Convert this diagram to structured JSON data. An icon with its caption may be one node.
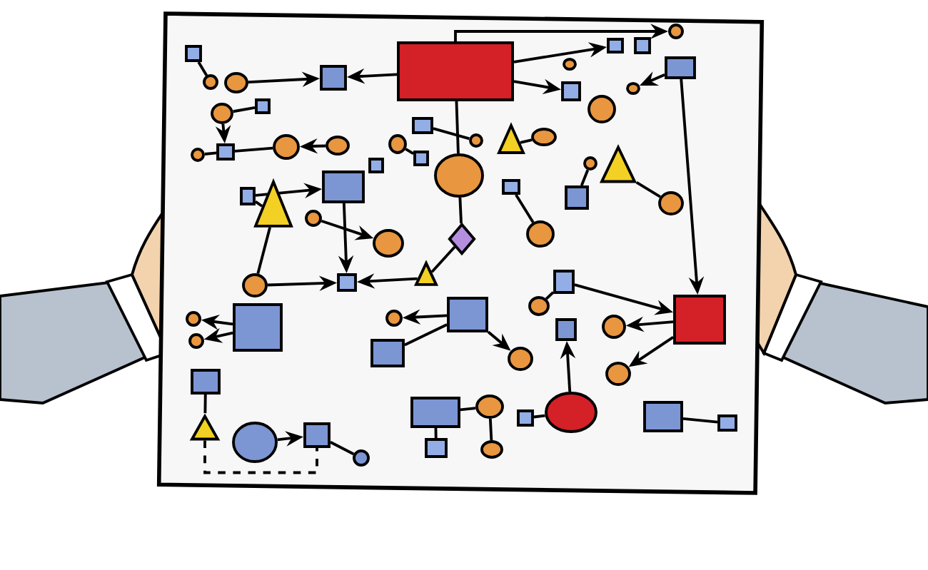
{
  "diagram": {
    "nodes": [
      {
        "text": [],
        "shape": "box"
      },
      {
        "text": [],
        "shape": "box",
        "in": 0
      },
      {
        "text": [],
        "shape": "box",
        "in": 0
      },
      {
        "text": [],
        "shape": "box",
        "in": 0
      },
      {
        "text": [],
        "shape": "circle",
        "in": 0
      },
      {
        "text": [],
        "shape": "circle",
        "in": 0
      },
      {
        "text": [],
        "shape": "box",
        "in": 0
      },
      {
        "text": [],
        "shape": "circle",
        "in": 0
      },
      {
        "text": [],
        "shape": "box",
        "in": 0
      },
      {
        "text": [],
        "shape": "circle",
        "in": 0
      },
      {
        "text": [],
        "shape": "circle",
        "in": 0
      },
      {
        "text": [],
        "shape": "circle",
        "in": 0
      },
      {
        "text": [],
        "shape": "box",
        "in": 0
      },
      {
        "text": [],
        "shape": "box",
        "in": 0
      },
      {
        "text": [],
        "shape": "triangle",
        "in": 0
      },
      {
        "text": [],
        "shape": "circle",
        "in": 0
      },
      {
        "text": [],
        "shape": "circle",
        "in": 0
      },
      {
        "text": [],
        "shape": "diamond",
        "in": 0
      },
      {
        "text": [],
        "shape": "circle",
        "in": 0
      },
      {
        "text": [],
        "shape": "triangle",
        "in": 0
      },
      {
        "text": [],
        "shape": "circle",
        "in": 0
      },
      {
        "text": [],
        "shape": "box",
        "in": 0
      },
      {
        "text": [],
        "shape": "circle",
        "in": 0
      },
      {
        "text": [],
        "shape": "circle",
        "in": 0
      },
      {
        "text": [],
        "shape": "box",
        "in": 0
      },
      {
        "text": [],
        "shape": "box",
        "in": 0
      },
      {
        "text": [],
        "shape": "box",
        "in": 0
      },
      {
        "text": [],
        "shape": "box",
        "in": 0
      },
      {
        "text": [],
        "shape": "circle",
        "in": 0
      },
      {
        "text": [],
        "shape": "box",
        "in": 0
      },
      {
        "text": [],
        "shape": "circle",
        "in": 0
      },
      {
        "text": [],
        "shape": "box",
        "in": 0
      },
      {
        "text": [],
        "shape": "circle",
        "in": 0
      },
      {
        "text": [],
        "shape": "circle",
        "in": 0
      },
      {
        "text": [],
        "shape": "triangle",
        "in": 0
      },
      {
        "text": [],
        "shape": "circle",
        "in": 0
      },
      {
        "text": [],
        "shape": "box",
        "in": 0
      },
      {
        "text": [],
        "shape": "circle",
        "in": 0
      },
      {
        "text": [],
        "shape": "box",
        "in": 0
      },
      {
        "text": [],
        "shape": "circle",
        "in": 0
      },
      {
        "text": [],
        "shape": "triangle",
        "in": 0
      },
      {
        "text": [],
        "shape": "box",
        "in": 0
      },
      {
        "text": [],
        "shape": "circle",
        "in": 0
      },
      {
        "text": [],
        "shape": "box",
        "in": 0
      },
      {
        "text": [],
        "shape": "circle",
        "in": 0
      },
      {
        "text": [],
        "shape": "circle",
        "in": 0
      },
      {
        "text": [],
        "shape": "box",
        "in": 0
      },
      {
        "text": [],
        "shape": "triangle",
        "in": 0
      },
      {
        "text": [],
        "shape": "circle",
        "in": 0
      },
      {
        "text": [],
        "shape": "box",
        "in": 0
      },
      {
        "text": [],
        "shape": "box",
        "in": 0
      },
      {
        "text": [],
        "shape": "box",
        "in": 0
      },
      {
        "text": [],
        "shape": "circle",
        "in": 0
      },
      {
        "text": [],
        "shape": "box",
        "in": 0
      },
      {
        "text": [],
        "shape": "box",
        "in": 0
      },
      {
        "text": [],
        "shape": "circle",
        "in": 0
      },
      {
        "text": [],
        "shape": "circle",
        "in": 0
      },
      {
        "text": [],
        "shape": "circle",
        "in": 0
      },
      {
        "text": [],
        "shape": "box",
        "in": 0
      },
      {
        "text": [],
        "shape": "box",
        "in": 0
      },
      {
        "text": [],
        "shape": "box",
        "in": 0
      },
      {
        "text": [],
        "shape": "box",
        "in": 0
      },
      {
        "text": [],
        "shape": "circle",
        "in": 0
      },
      {
        "text": [],
        "shape": "circle",
        "in": 0
      },
      {
        "text": [],
        "shape": "box",
        "in": 0
      },
      {
        "text": [],
        "shape": "box",
        "in": 0
      },
      {
        "text": [],
        "shape": "circle",
        "in": 0
      },
      {
        "text": [],
        "shape": "circle",
        "in": 0
      },
      {
        "text": [],
        "shape": "circle",
        "in": 0
      }
    ],
    "edges": [
      {
        "from": 1,
        "to": 2,
        "arrow": "to"
      },
      {
        "from": 1,
        "to": 26,
        "arrow": "to"
      },
      {
        "from": 1,
        "to": 18,
        "arrow": "none"
      },
      {
        "from": 18,
        "to": 17,
        "arrow": "none"
      },
      {
        "from": 12,
        "to": 41,
        "arrow": "to"
      },
      {
        "from": 10,
        "to": 9,
        "arrow": "to"
      },
      {
        "from": 4,
        "to": 2,
        "arrow": "to"
      },
      {
        "from": 7,
        "to": 8,
        "arrow": "to"
      },
      {
        "from": 8,
        "to": 9,
        "arrow": "none"
      },
      {
        "from": 13,
        "to": 12,
        "arrow": "to"
      },
      {
        "from": 15,
        "to": 16,
        "arrow": "to"
      },
      {
        "from": 42,
        "to": 41,
        "arrow": "to"
      },
      {
        "from": 40,
        "to": 41,
        "arrow": "to"
      },
      {
        "from": 43,
        "to": 44,
        "arrow": "to"
      },
      {
        "from": 43,
        "to": 45,
        "arrow": "to"
      },
      {
        "from": 47,
        "to": 46,
        "arrow": "none"
      },
      {
        "from": 48,
        "to": 49,
        "arrow": "to"
      },
      {
        "from": 51,
        "to": 52,
        "arrow": "to"
      },
      {
        "from": 51,
        "to": 67,
        "arrow": "to"
      },
      {
        "from": 57,
        "to": 65,
        "arrow": "to"
      },
      {
        "from": 61,
        "to": 62,
        "arrow": "to"
      },
      {
        "from": 61,
        "to": 63,
        "arrow": "to"
      },
      {
        "from": 29,
        "to": 61,
        "arrow": "to"
      },
      {
        "from": 64,
        "to": 61,
        "arrow": "to"
      },
      {
        "from": 29,
        "to": 33,
        "arrow": "to"
      },
      {
        "from": 1,
        "to": 28,
        "arrow": "to"
      },
      {
        "from": 1,
        "to": 31,
        "arrow": "to"
      },
      {
        "from": 20,
        "to": 19,
        "arrow": "none"
      },
      {
        "from": 39,
        "to": 36,
        "arrow": "none"
      },
      {
        "from": 24,
        "to": 23,
        "arrow": "none"
      },
      {
        "from": 14,
        "to": 13,
        "arrow": "none"
      },
      {
        "from": 11,
        "to": 8,
        "arrow": "none"
      },
      {
        "from": 3,
        "to": 5,
        "arrow": "none"
      },
      {
        "from": 6,
        "to": 7,
        "arrow": "none"
      },
      {
        "from": 22,
        "to": 21,
        "arrow": "none"
      },
      {
        "from": 53,
        "to": 54,
        "arrow": "none"
      },
      {
        "from": 53,
        "to": 55,
        "arrow": "none"
      },
      {
        "from": 55,
        "to": 56,
        "arrow": "none"
      },
      {
        "from": 58,
        "to": 57,
        "arrow": "none"
      },
      {
        "from": 59,
        "to": 60,
        "arrow": "none"
      },
      {
        "from": 50,
        "to": 51,
        "arrow": "none"
      },
      {
        "from": 68,
        "to": 49,
        "arrow": "none"
      },
      {
        "from": 35,
        "to": 34,
        "arrow": "none"
      },
      {
        "from": 38,
        "to": 37,
        "arrow": "none"
      },
      {
        "from": 42,
        "to": 14,
        "arrow": "none"
      },
      {
        "from": 40,
        "to": 17,
        "arrow": "none"
      },
      {
        "from": 66,
        "to": 64,
        "arrow": "none"
      },
      {
        "from": 47,
        "to": 49,
        "arrow": "none",
        "style": "dashed"
      }
    ]
  }
}
